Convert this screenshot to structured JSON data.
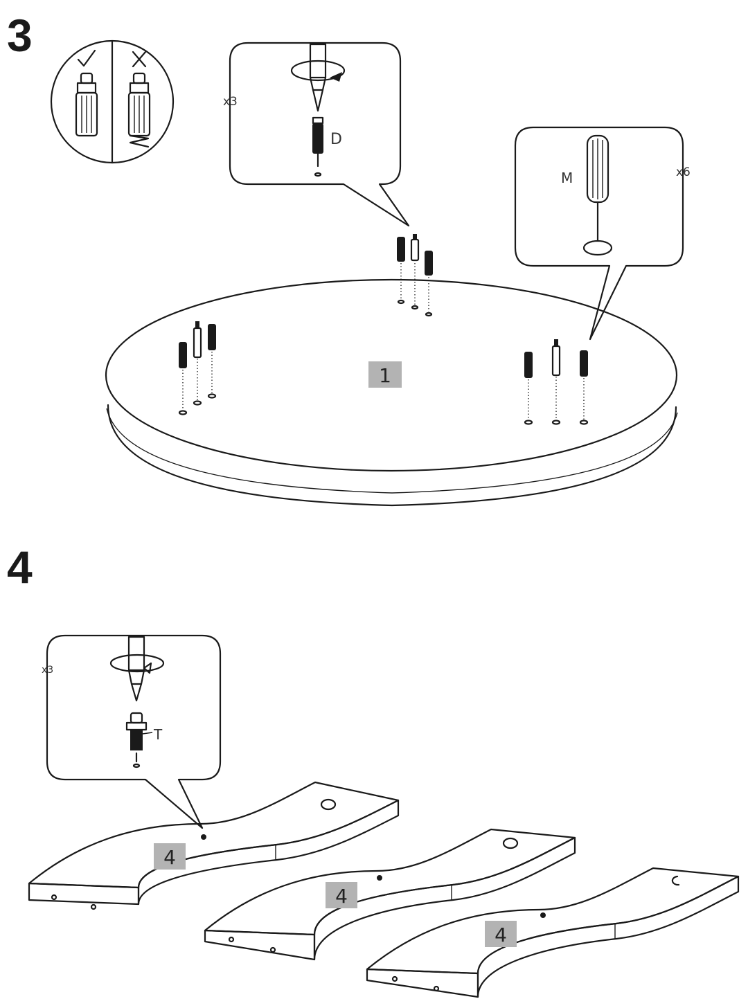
{
  "steps": [
    {
      "number": "3",
      "callouts": {
        "check_icon": "check-icon",
        "cross_icon": "cross-icon",
        "screw_callout": {
          "qty": "x3",
          "part": "D"
        },
        "dowel_callout": {
          "qty": "x6",
          "part": "M"
        }
      },
      "panel_tag": "1"
    },
    {
      "number": "4",
      "callouts": {
        "cam_callout": {
          "qty": "x3",
          "part": "T"
        }
      },
      "panel_tags": [
        "4",
        "4",
        "4"
      ]
    }
  ]
}
